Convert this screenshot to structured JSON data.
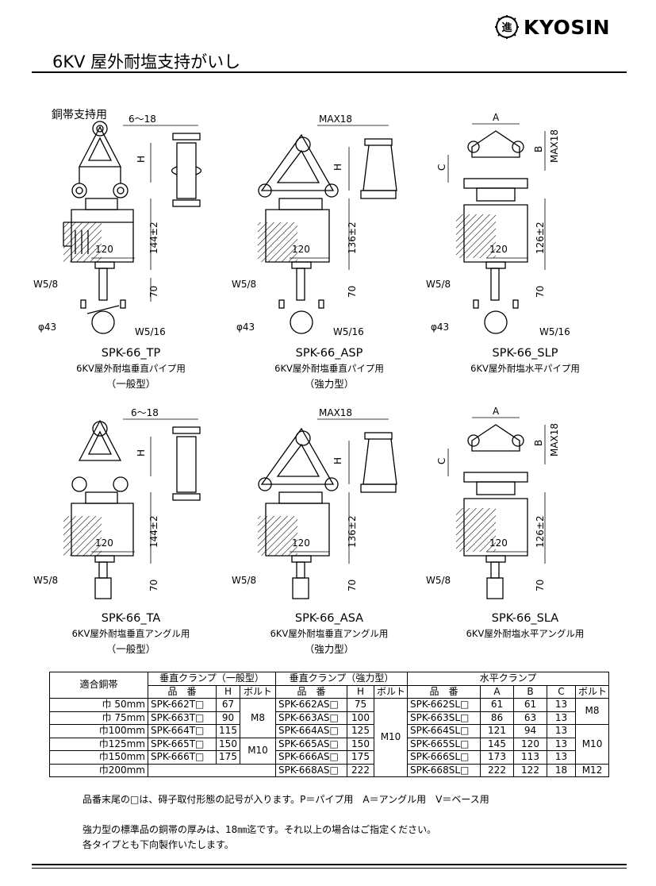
{
  "brand": {
    "name": "KYOSIN",
    "mark_char": "進"
  },
  "page_title": "6KV 屋外耐塩支持がいし",
  "section_label": "銅帯支持用",
  "products": [
    {
      "code": "SPK-66_TP",
      "desc": "6KV屋外耐塩垂直パイプ用",
      "type": "（一般型）",
      "dims": {
        "top": "6～18",
        "h": "H",
        "body": "144±2",
        "width": "120",
        "stem": "70",
        "w1": "W5/8",
        "dia": "φ43",
        "w2": "W5/16"
      }
    },
    {
      "code": "SPK-66_ASP",
      "desc": "6KV屋外耐塩垂直パイプ用",
      "type": "（強力型）",
      "dims": {
        "top": "MAX18",
        "h": "H",
        "body": "136±2",
        "width": "120",
        "stem": "70",
        "w1": "W5/8",
        "dia": "φ43",
        "w2": "W5/16"
      }
    },
    {
      "code": "SPK-66_SLP",
      "desc": "6KV屋外耐塩水平パイプ用",
      "type": "",
      "dims": {
        "top": "A",
        "b": "B",
        "max": "MAX18",
        "c": "C",
        "body": "126±2",
        "width": "120",
        "stem": "70",
        "w1": "W5/8",
        "dia": "φ43",
        "w2": "W5/16"
      }
    },
    {
      "code": "SPK-66_TA",
      "desc": "6KV屋外耐塩垂直アングル用",
      "type": "（一般型）",
      "dims": {
        "top": "6～18",
        "h": "H",
        "body": "144±2",
        "width": "120",
        "stem": "70",
        "w1": "W5/8"
      }
    },
    {
      "code": "SPK-66_ASA",
      "desc": "6KV屋外耐塩垂直アングル用",
      "type": "（強力型）",
      "dims": {
        "top": "MAX18",
        "h": "H",
        "body": "136±2",
        "width": "120",
        "stem": "70",
        "w1": "W5/8"
      }
    },
    {
      "code": "SPK-66_SLA",
      "desc": "6KV屋外耐塩水平アングル用",
      "type": "",
      "dims": {
        "top": "A",
        "b": "B",
        "max": "MAX18",
        "c": "C",
        "body": "126±2",
        "width": "120",
        "stem": "70",
        "w1": "W5/8"
      }
    }
  ],
  "table": {
    "h_fit": "適合銅帯",
    "h_v_general": "垂直クランプ（一般型）",
    "h_v_strong": "垂直クランプ（強力型）",
    "h_horizontal": "水平クランプ",
    "h_part": "品　番",
    "h_H": "H",
    "h_bolt": "ボルト",
    "h_A": "A",
    "h_B": "B",
    "h_C": "C",
    "rows": [
      {
        "fit": "巾 50mm",
        "g_part": "SPK-662T□",
        "g_h": "67",
        "s_part": "SPK-662AS□",
        "s_h": "75",
        "h_part": "SPK-662SL□",
        "a": "61",
        "b": "61",
        "c": "13"
      },
      {
        "fit": "巾 75mm",
        "g_part": "SPK-663T□",
        "g_h": "90",
        "s_part": "SPK-663AS□",
        "s_h": "100",
        "h_part": "SPK-663SL□",
        "a": "86",
        "b": "63",
        "c": "13"
      },
      {
        "fit": "巾100mm",
        "g_part": "SPK-664T□",
        "g_h": "115",
        "s_part": "SPK-664AS□",
        "s_h": "125",
        "h_part": "SPK-664SL□",
        "a": "121",
        "b": "94",
        "c": "13"
      },
      {
        "fit": "巾125mm",
        "g_part": "SPK-665T□",
        "g_h": "150",
        "s_part": "SPK-665AS□",
        "s_h": "150",
        "h_part": "SPK-665SL□",
        "a": "145",
        "b": "120",
        "c": "13"
      },
      {
        "fit": "巾150mm",
        "g_part": "SPK-666T□",
        "g_h": "175",
        "s_part": "SPK-666AS□",
        "s_h": "175",
        "h_part": "SPK-666SL□",
        "a": "173",
        "b": "113",
        "c": "13"
      },
      {
        "fit": "巾200mm",
        "g_part": "",
        "g_h": "",
        "s_part": "SPK-668AS□",
        "s_h": "222",
        "h_part": "SPK-668SL□",
        "a": "222",
        "b": "122",
        "c": "18"
      }
    ],
    "g_bolt_1": "M8",
    "g_bolt_2": "M10",
    "s_bolt": "M10",
    "h_bolt_1": "M8",
    "h_bolt_2": "M10",
    "h_bolt_3": "M12"
  },
  "notes": {
    "n1": "品番末尾の□は、碍子取付形態の記号が入ります。P＝パイプ用　A＝アングル用　V＝ベース用",
    "n2": "強力型の標準品の銅帯の厚みは、18㎜迄です。それ以上の場合はご指定ください。",
    "n3": "各タイプとも下向製作いたします。"
  }
}
